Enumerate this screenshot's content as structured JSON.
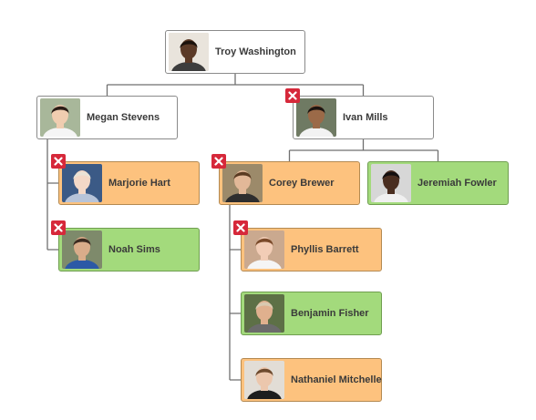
{
  "nodes": [
    {
      "id": "troy",
      "name": "Troy Washington",
      "parent": null,
      "color": "white",
      "removable": false,
      "skin": "#5b3a27",
      "hair": "#1b120c",
      "shirt": "#3d3d3d",
      "bg": "#e9e4dc"
    },
    {
      "id": "megan",
      "name": "Megan Stevens",
      "parent": "troy",
      "color": "white",
      "removable": false,
      "skin": "#f0cdb0",
      "hair": "#2a1d16",
      "shirt": "#f5f5f5",
      "bg": "#a8b79a"
    },
    {
      "id": "ivan",
      "name": "Ivan Mills",
      "parent": "troy",
      "color": "white",
      "removable": true,
      "skin": "#9b6a48",
      "hair": "#1c1410",
      "shirt": "#f2f2f2",
      "bg": "#6f7a63"
    },
    {
      "id": "marjorie",
      "name": "Marjorie Hart",
      "parent": "megan",
      "color": "orange",
      "removable": true,
      "skin": "#f3d8c7",
      "hair": "#e9e2d6",
      "shirt": "#b7c4d9",
      "bg": "#3b5a86"
    },
    {
      "id": "noah",
      "name": "Noah Sims",
      "parent": "megan",
      "color": "green",
      "removable": true,
      "skin": "#d9ac8a",
      "hair": "#3b2b21",
      "shirt": "#2c59a6",
      "bg": "#7e8a6b"
    },
    {
      "id": "corey",
      "name": "Corey Brewer",
      "parent": "ivan",
      "color": "orange",
      "removable": true,
      "skin": "#e2b898",
      "hair": "#5a3b22",
      "shirt": "#2e2e2e",
      "bg": "#9c8a6a"
    },
    {
      "id": "jeremiah",
      "name": "Jeremiah Fowler",
      "parent": "ivan",
      "color": "green",
      "removable": false,
      "skin": "#4a2e20",
      "hair": "#141010",
      "shirt": "#f0f0f0",
      "bg": "#d7d7d7"
    },
    {
      "id": "phyllis",
      "name": "Phyllis Barrett",
      "parent": "corey",
      "color": "orange",
      "removable": true,
      "skin": "#f2cdb6",
      "hair": "#7a4a2a",
      "shirt": "#f5f5f5",
      "bg": "#caa98f"
    },
    {
      "id": "benjamin",
      "name": "Benjamin Fisher",
      "parent": "corey",
      "color": "green",
      "removable": false,
      "skin": "#e0b08e",
      "hair": "#d9c9b0",
      "shirt": "#6b6b6b",
      "bg": "#5d7046"
    },
    {
      "id": "nathaniel",
      "name": "Nathaniel Mitchelle",
      "parent": "corey",
      "color": "orange",
      "removable": false,
      "skin": "#ecc7ad",
      "hair": "#6d4a2e",
      "shirt": "#1e1e1e",
      "bg": "#e2ddd6"
    }
  ],
  "colors": {
    "orange": "#fdc27e",
    "green": "#a3da7c",
    "white": "#ffffff",
    "remove": "#d6283a",
    "line": "#6f6f6f"
  },
  "icons": {
    "remove": "close-icon",
    "avatar": "avatar"
  }
}
